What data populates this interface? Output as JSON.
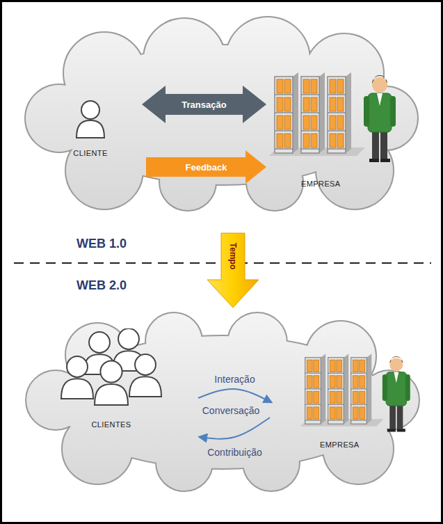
{
  "diagram": {
    "nodes": [
      {
        "text": [
          "CLIENTE"
        ]
      },
      {
        "text": [
          "EMPRESA"
        ]
      },
      {
        "text": [
          "CLIENTES"
        ]
      },
      {
        "text": [
          "EMPRESA"
        ]
      }
    ],
    "edges": [
      {
        "from": 0,
        "to": 1,
        "label": "Transação",
        "arrow": "both"
      },
      {
        "from": 0,
        "to": 1,
        "label": "Feedback",
        "arrow": "to"
      },
      {
        "from": 2,
        "to": 3,
        "label": "Interação",
        "arrow": "to"
      },
      {
        "from": 3,
        "to": 2,
        "label": "Contribuição",
        "arrow": "to"
      }
    ],
    "labels": [
      "WEB 1.0",
      "Tempo",
      "WEB 2.0",
      "Conversação"
    ]
  }
}
